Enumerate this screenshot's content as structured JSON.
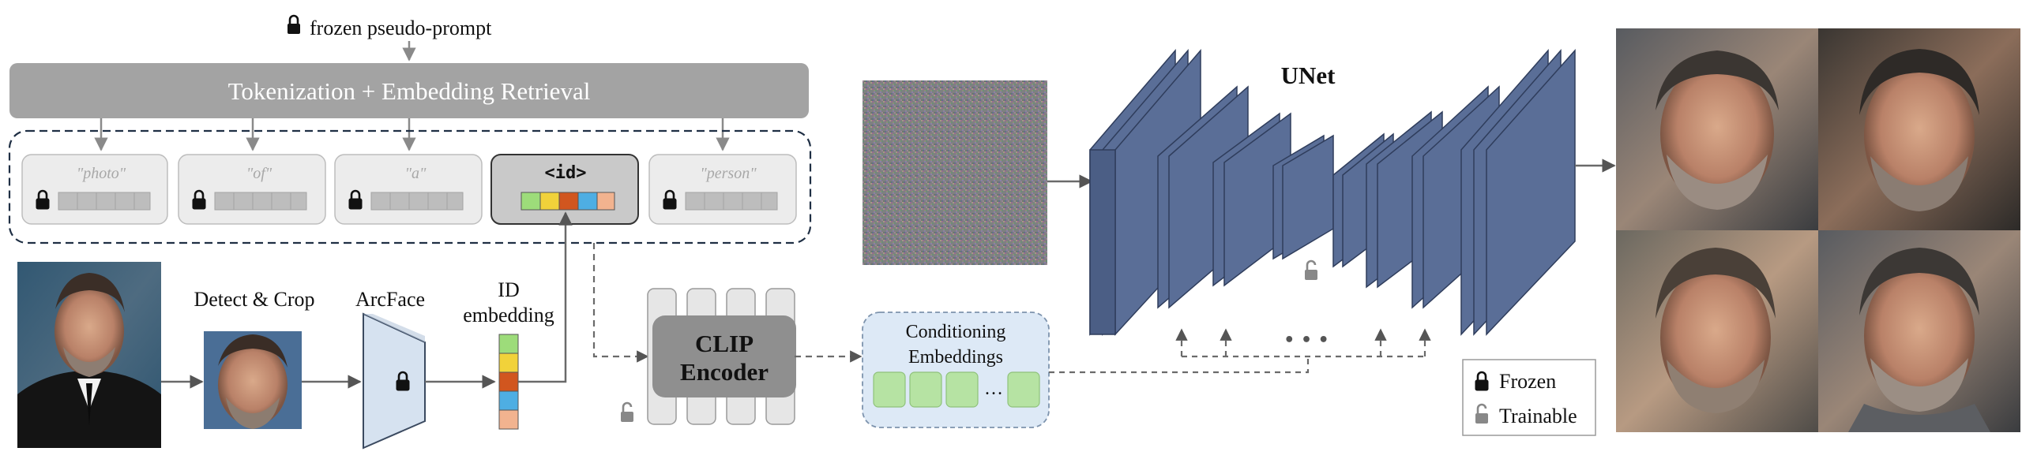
{
  "header": {
    "frozen_prompt_label": "frozen pseudo-prompt",
    "tokenization_label": "Tokenization + Embedding Retrieval"
  },
  "tokens": [
    {
      "text": "\"photo\"",
      "type": "frozen"
    },
    {
      "text": "\"of\"",
      "type": "frozen"
    },
    {
      "text": "\"a\"",
      "type": "frozen"
    },
    {
      "text": "<id>",
      "type": "id"
    },
    {
      "text": "\"person\"",
      "type": "frozen"
    }
  ],
  "pipeline": {
    "detect_crop_label": "Detect & Crop",
    "arcface_label": "ArcFace",
    "id_embedding_label_1": "ID",
    "id_embedding_label_2": "embedding",
    "clip_label_1": "CLIP",
    "clip_label_2": "Encoder",
    "conditioning_label_1": "Conditioning",
    "conditioning_label_2": "Embeddings",
    "conditioning_ellipsis": "…",
    "unet_label": "UNet",
    "unet_ellipsis": "• • •"
  },
  "legend": {
    "frozen_label": "Frozen",
    "trainable_label": "Trainable"
  },
  "colors": {
    "id_embedding": [
      "#9ddc7a",
      "#f1d23a",
      "#d1561f",
      "#4eaee3",
      "#f2b38f"
    ],
    "unet_blue": "#5a6e97",
    "header_gray": "#a3a3a3",
    "conditioning_fill": "#dde9f6",
    "conditioning_token": "#b6e3a3"
  }
}
